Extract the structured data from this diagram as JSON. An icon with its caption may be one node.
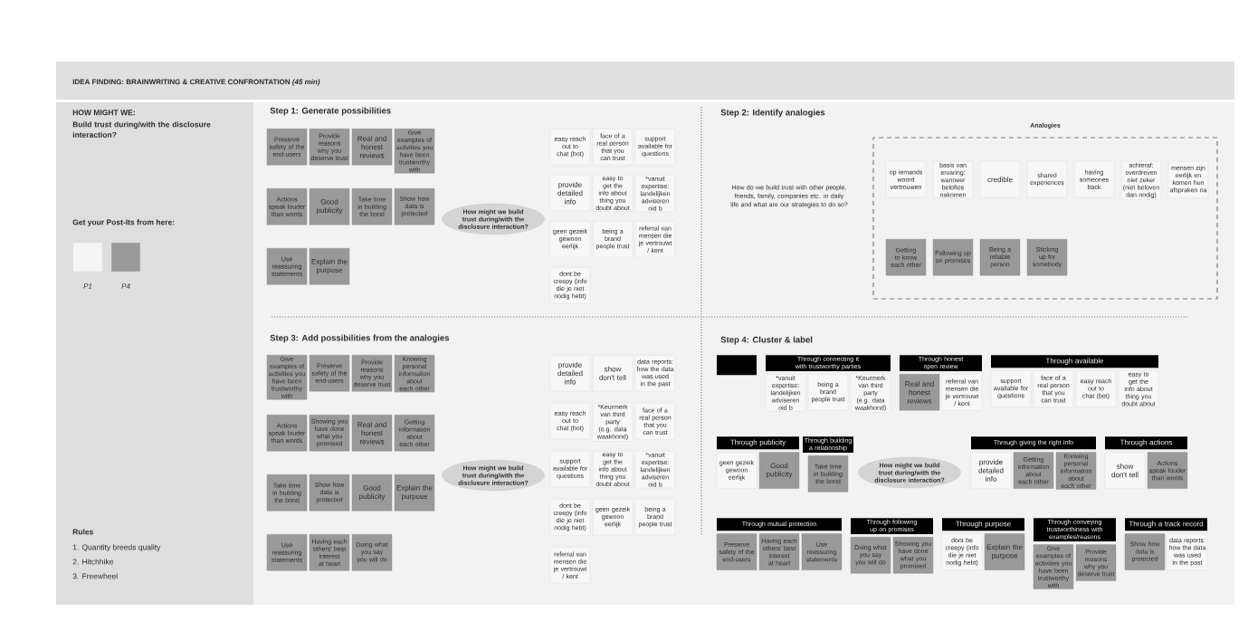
{
  "diagram": {
    "title": "IDEA FINDING: BRAINWRITING & CREATIVE CONFRONTATION *(45 min)*",
    "nodes": [
      {
        "text": [
          "Preserve safety of the end-users"
        ]
      },
      {
        "text": [
          "Provide reasons why you deserve trust"
        ]
      },
      {
        "text": [
          "Real and honest reviews"
        ]
      },
      {
        "text": [
          "Give examples of activities you have been trustworthy with"
        ]
      },
      {
        "text": [
          "Actions speak louder than words"
        ]
      },
      {
        "text": [
          "Good publicity"
        ]
      },
      {
        "text": [
          "Take time in building the bond"
        ]
      },
      {
        "text": [
          "Show how data is protected"
        ]
      },
      {
        "text": [
          "Use reassuring statements"
        ]
      },
      {
        "text": [
          "Explain the purpose"
        ]
      },
      {
        "text": [
          "How might we build trust during/with the disclosure interaction?"
        ]
      },
      {
        "text": [
          "easy reach out to chat (bot)"
        ]
      },
      {
        "text": [
          "face of a real person that you can trust"
        ]
      },
      {
        "text": [
          "support available for questions"
        ]
      },
      {
        "text": [
          "provide detailed info"
        ]
      },
      {
        "text": [
          "easy to get the info about thing you doubt about"
        ]
      },
      {
        "text": [
          "*vanuit expertise: landelijken adviseren oid b"
        ]
      },
      {
        "text": [
          "geen gezeik gewoon eerlijk"
        ]
      },
      {
        "text": [
          "being a brand people trust"
        ]
      },
      {
        "text": [
          "referral van mensen die je vertrouwt / kent"
        ]
      },
      {
        "text": [
          "dont be creepy (info die je niet nodig hebt)"
        ]
      },
      {
        "text": [
          "Analogies"
        ]
      },
      {
        "text": [
          "op iemands woord vertrouwen"
        ],
        "in": 21
      },
      {
        "text": [
          "basis van ervaring: wanneer beloftes nakomen"
        ],
        "in": 21
      },
      {
        "text": [
          "credible"
        ],
        "in": 21
      },
      {
        "text": [
          "shared experiences"
        ],
        "in": 21
      },
      {
        "text": [
          "having someones back"
        ],
        "in": 21
      },
      {
        "text": [
          "achteraf: overdreven niet zeker (niet beloven dan nodig)"
        ],
        "in": 21
      },
      {
        "text": [
          "mensen zijn eerlijk en komen hun afspraken na"
        ],
        "in": 21
      },
      {
        "text": [
          "Getting to know each other"
        ],
        "in": 21
      },
      {
        "text": [
          "Following up on promises"
        ],
        "in": 21
      },
      {
        "text": [
          "Being a reliable person"
        ],
        "in": 21
      },
      {
        "text": [
          "Sticking up for somebody"
        ],
        "in": 21
      },
      {
        "text": [
          "Give examples of activities you have been trustworthy with"
        ]
      },
      {
        "text": [
          "Preserve safety of the end-users"
        ]
      },
      {
        "text": [
          "Provide reasons why you deserve trust"
        ]
      },
      {
        "text": [
          "Knowing personal information about each other"
        ]
      },
      {
        "text": [
          "Actions speak louder than words"
        ]
      },
      {
        "text": [
          "Showing you have done what you promised"
        ]
      },
      {
        "text": [
          "Real and honest reviews"
        ]
      },
      {
        "text": [
          "Getting information about each other"
        ]
      },
      {
        "text": [
          "Take time in building the bond"
        ]
      },
      {
        "text": [
          "Show how data is protected"
        ]
      },
      {
        "text": [
          "Good publicity"
        ]
      },
      {
        "text": [
          "How might we build trust during/with the disclosure interaction?"
        ]
      },
      {
        "text": [
          "Explain the purpose"
        ]
      },
      {
        "text": [
          "Use reassuring statements"
        ]
      },
      {
        "text": [
          "Having each others' best interest at heart"
        ]
      },
      {
        "text": [
          "Doing what you say you will do"
        ]
      },
      {
        "text": [
          "provide detailed info"
        ]
      },
      {
        "text": [
          "show don't tell"
        ]
      },
      {
        "text": [
          "data reports: how the data was used in the past"
        ]
      },
      {
        "text": [
          "easy reach out to chat (bot)"
        ]
      },
      {
        "text": [
          "*Keurmerk van third party (e.g. data waakhond)"
        ]
      },
      {
        "text": [
          "face of a real person that you can trust"
        ]
      },
      {
        "text": [
          "support available for questions"
        ]
      },
      {
        "text": [
          "easy to get the info about thing you doubt about"
        ]
      },
      {
        "text": [
          "*vanuit expertise: landelijken adviseren oid b"
        ]
      },
      {
        "text": [
          "dont be creepy (info die je niet nodig hebt)"
        ]
      },
      {
        "text": [
          "geen gezeik gewoon eerlijk"
        ]
      },
      {
        "text": [
          "being a brand people trust"
        ]
      },
      {
        "text": [
          "referral van mensen die je vertrouwt / kent"
        ]
      },
      {
        "text": [],
        "shape": "box"
      },
      {
        "text": [
          "Real and honest reviews"
        ]
      },
      {
        "text": [
          "referral van mensen die je vertrouwt / kent"
        ]
      },
      {
        "text": [
          "Through honest open review"
        ]
      },
      {
        "text": [
          "*vanuit expertise: landelijken adviseren oid b"
        ]
      },
      {
        "text": [
          "being a brand people trust"
        ]
      },
      {
        "text": [
          "*Keurmerk van third party (e.g. data waakhond)"
        ]
      },
      {
        "text": [
          "Through connecting it with trustworthy parties"
        ]
      },
      {
        "text": [
          "Through publicity"
        ]
      },
      {
        "text": [
          "geen gezeik gewoon eerlijk"
        ]
      },
      {
        "text": [
          "Good publicity"
        ]
      },
      {
        "text": [
          "Take time in building the bond"
        ]
      },
      {
        "text": [
          "Through building a relationship"
        ]
      },
      {
        "text": [
          "Through following up on promises"
        ]
      },
      {
        "text": [
          "Doing what you say you will do"
        ]
      },
      {
        "text": [
          "Showing you have done what you promised"
        ]
      },
      {
        "text": [
          "Through mutual protection"
        ]
      },
      {
        "text": [
          "Preserve safety of the end-users"
        ]
      },
      {
        "text": [
          "Having each others' best interest at heart"
        ]
      },
      {
        "text": [
          "Use reassuring statements"
        ]
      },
      {
        "text": [
          "How might we build trust during/with the disclosure interaction?"
        ]
      },
      {
        "text": [
          "support available for questions"
        ]
      },
      {
        "text": [
          "face of a real person that you can trust"
        ]
      },
      {
        "text": [
          "easy reach out to chat (bot)"
        ]
      },
      {
        "text": [
          "easy to get the info about thing you doubt about"
        ]
      },
      {
        "text": [
          "Through available"
        ]
      },
      {
        "text": [
          "show don't tell"
        ]
      },
      {
        "text": [
          "Actions speak louder than words"
        ]
      },
      {
        "text": [
          "Through actions"
        ]
      },
      {
        "text": [
          "provide detailed info"
        ]
      },
      {
        "text": [
          "Getting information about each other"
        ]
      },
      {
        "text": [
          "Through giving the right info"
        ]
      },
      {
        "text": [
          "Knowing personal information about each other"
        ]
      },
      {
        "text": [
          "Through a track record"
        ]
      },
      {
        "text": [
          "Show how data is protected"
        ]
      },
      {
        "text": [
          "data reports: how the data was used in the past"
        ]
      },
      {
        "text": [
          "dont be creepy (info die je niet nodig hebt)"
        ]
      },
      {
        "text": [
          "Explain the purpose"
        ]
      },
      {
        "text": [
          "Through purpose"
        ]
      },
      {
        "text": [
          "Through conveying trustworthiness with examples/reasons"
        ]
      },
      {
        "text": [
          "Give examples of activities you have been trustworthy with"
        ]
      },
      {
        "text": [
          "Provide reasons why you deserve trust"
        ]
      }
    ],
    "labels": [
      "HOW MIGHT WE:",
      "Build trust during/with the disclosure interaction?",
      "Get your Post-Its from here:",
      "Rules",
      "1. Quantity breeds quality",
      "2. Hitchhike",
      "3. Freewheel",
      "Step 1: Generate possibilities",
      "Step 2: Identify analogies",
      "How do we build trust with other people, friends, family, companies etc. in daily life and what are our strategies to do so?",
      "Step 3: Add possibilities from the analogies",
      "Step 4: Cluster & label"
    ],
    "legend": [
      {
        "text": "P1",
        "color": "#f5f5f5"
      },
      {
        "text": "P4",
        "color": "#999999"
      }
    ]
  }
}
